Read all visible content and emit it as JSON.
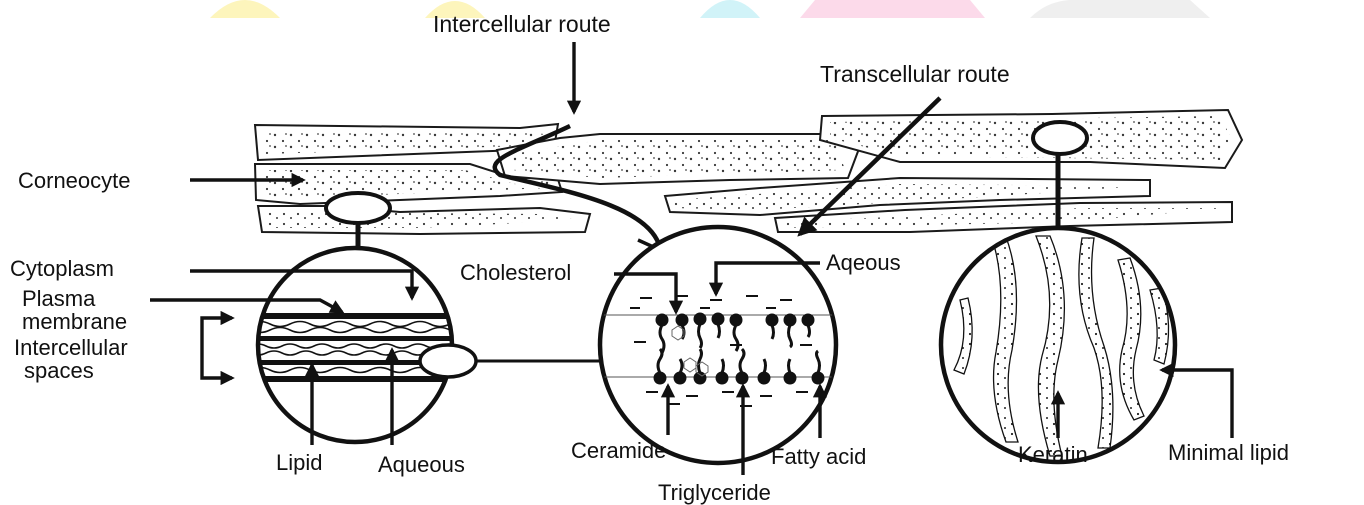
{
  "colors": {
    "ink": "#111111",
    "blob_yellow": "#fdf3b0",
    "blob_cyan": "#c9f1f7",
    "blob_pink": "#fbd3e6",
    "blob_gray": "#ececec"
  },
  "routes": {
    "intercellular": "Intercellular route",
    "transcellular": "Transcellular route"
  },
  "left_panel": {
    "corneocyte": "Corneocyte",
    "cytoplasm": "Cytoplasm",
    "plasma_membrane_line1": "Plasma",
    "plasma_membrane_line2": "membrane",
    "intercellular_spaces_line1": "Intercellular",
    "intercellular_spaces_line2": "spaces",
    "lipid": "Lipid",
    "aqueous": "Aqueous"
  },
  "middle_panel": {
    "cholesterol": "Cholesterol",
    "aqueous": "Aqeous",
    "ceramide": "Ceramide",
    "triglyceride": "Triglyceride",
    "fatty_acid": "Fatty acid"
  },
  "right_panel": {
    "keratin": "Keratin",
    "minimal_lipid": "Minimal lipid"
  }
}
